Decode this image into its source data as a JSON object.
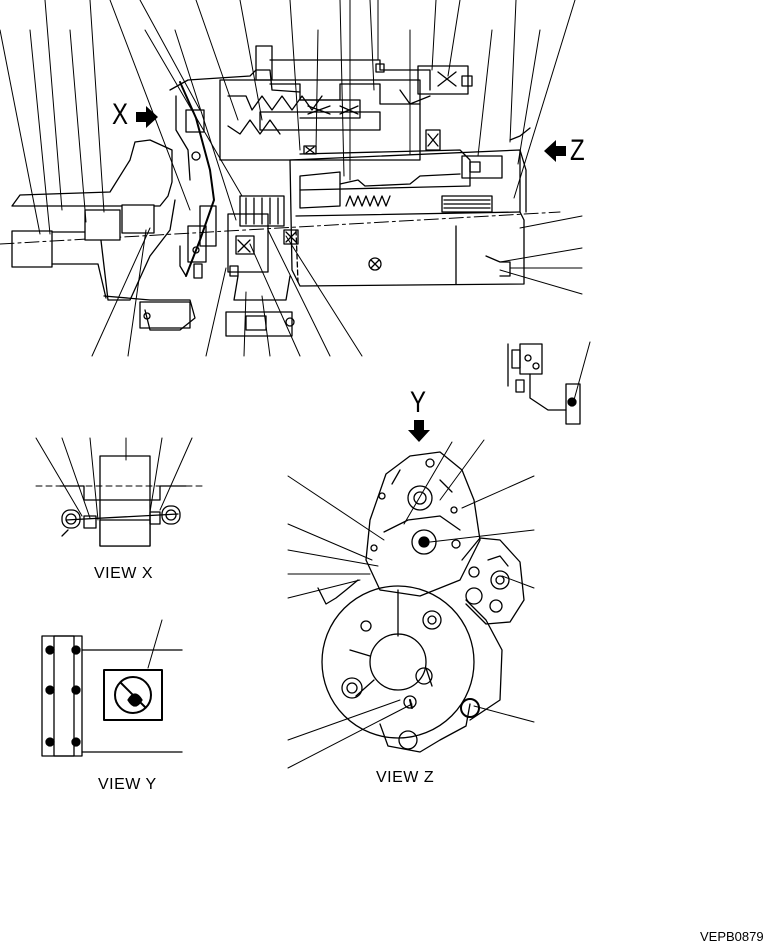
{
  "labels": {
    "arrow_x": "X",
    "arrow_z": "Z",
    "arrow_y": "Y",
    "view_x": "VIEW X",
    "view_y": "VIEW Y",
    "view_z": "VIEW Z",
    "ref_code": "VEPB0879"
  }
}
